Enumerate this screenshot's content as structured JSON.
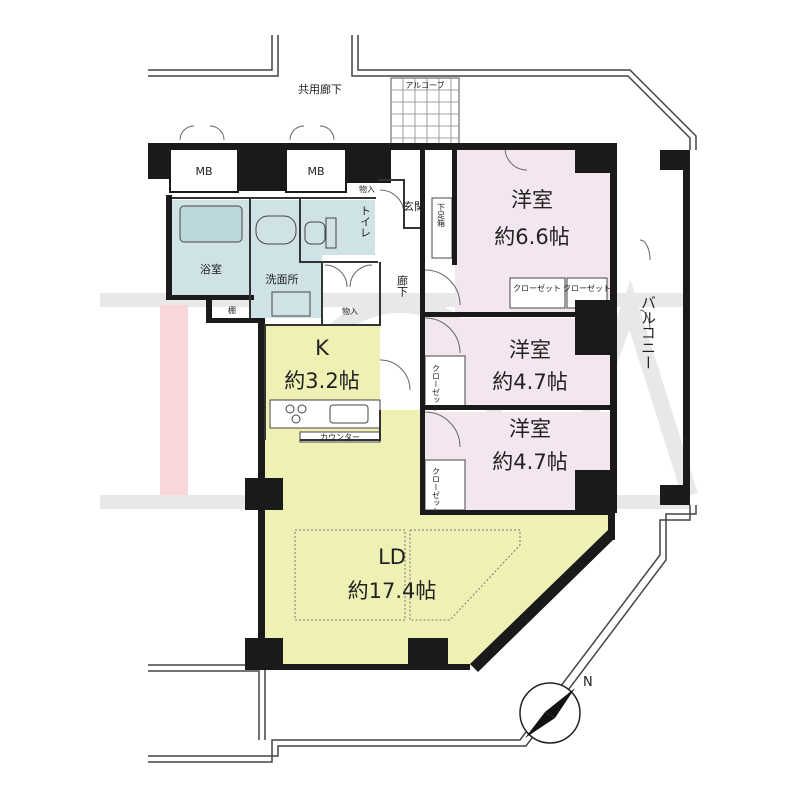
{
  "colors": {
    "wall": "#1a1a1a",
    "western_room": "#f3e6ee",
    "kitchen_ld": "#eef0b4",
    "wet_area": "#cfe3e6",
    "watermark": "#e8e8e8",
    "watermark_accent": "#f7d0d4"
  },
  "labels": {
    "common_corridor": "共用廊下",
    "alcove": "アルコーブ",
    "mb_left": "MB",
    "mb_right": "MB",
    "storage_entrance": "物入",
    "entrance": "玄関",
    "shoe_box": "下足箱",
    "toilet": "トイレ",
    "bathroom": "浴室",
    "washroom": "洗面所",
    "shelf": "棚",
    "storage_hall": "物入",
    "hallway": "廊下",
    "balcony": "バルコニー",
    "north": "N",
    "counter": "カウンター"
  },
  "rooms": {
    "western1": {
      "name": "洋室",
      "size": "約6.6帖",
      "closet1": "クロー\nゼット",
      "closet2": "クロー\nゼット"
    },
    "western2": {
      "name": "洋室",
      "size": "約4.7帖",
      "closet": "クロー\nゼット"
    },
    "western3": {
      "name": "洋室",
      "size": "約4.7帖",
      "closet": "クロー\nゼット"
    },
    "kitchen": {
      "name": "K",
      "size": "約3.2帖"
    },
    "ld": {
      "name": "LD",
      "size": "約17.4帖"
    }
  }
}
